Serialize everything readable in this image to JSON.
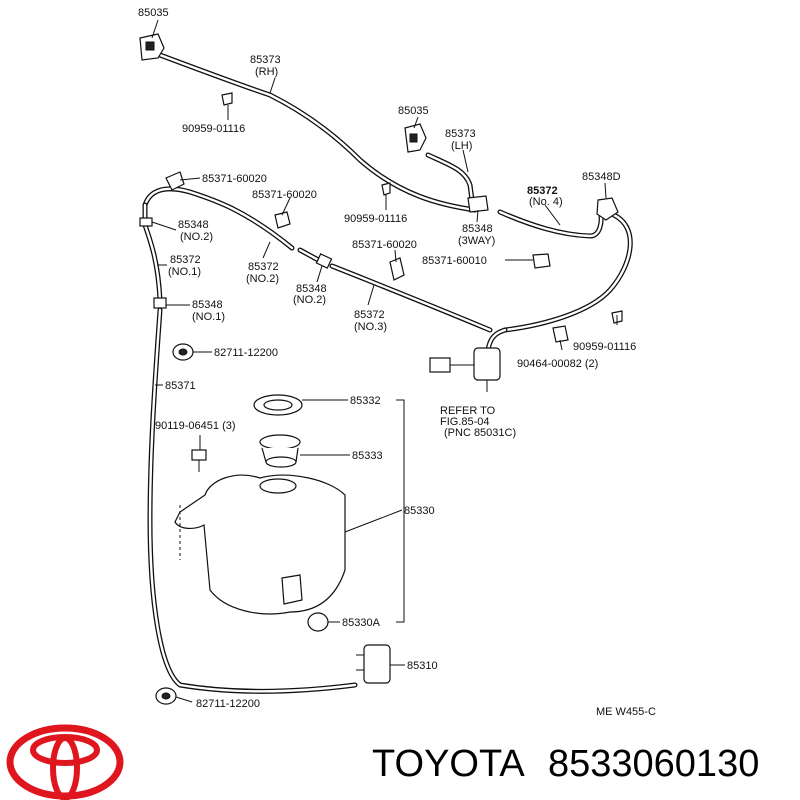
{
  "labels": {
    "l85035_top": "85035",
    "l85373_rh": "85373",
    "l85373_rh_sub": "(RH)",
    "l90959_a": "90959-01116",
    "l85035_mid": "85035",
    "l85373_lh": "85373",
    "l85373_lh_sub": "(LH)",
    "l85372_no4": "85372",
    "l85372_no4_sub": "(No. 4)",
    "l85348d": "85348D",
    "l85371_60020_a": "85371-60020",
    "l85371_60020_b": "85371-60020",
    "l90959_b": "90959-01116",
    "l85348_3way": "85348",
    "l85348_3way_sub": "(3WAY)",
    "l85348_no2_a": "85348",
    "l85348_no2_a_sub": "(NO.2)",
    "l85371_60020_c": "85371-60020",
    "l85372_no1": "85372",
    "l85372_no1_sub": "(NO.1)",
    "l85372_no2": "85372",
    "l85372_no2_sub": "(NO.2)",
    "l85371_60010": "85371-60010",
    "l85348_no2_b": "85348",
    "l85348_no2_b_sub": "(NO.2)",
    "l85348_no1": "85348",
    "l85348_no1_sub": "(NO.1)",
    "l85372_no3": "85372",
    "l85372_no3_sub": "(NO.3)",
    "l90959_c": "90959-01116",
    "l82711_a": "82711-12200",
    "l90464": "90464-00082 (2)",
    "l85371": "85371",
    "refer_1": "REFER TO",
    "refer_2": "FIG.85-04",
    "refer_3": "(PNC 85031C)",
    "l85332": "85332",
    "l90119": "90119-06451 (3)",
    "l85333": "85333",
    "l85330": "85330",
    "l85330a": "85330A",
    "l85310": "85310",
    "l82711_b": "82711-12200",
    "fig_code": "ME  W455-C"
  },
  "brand": {
    "name": "TOYOTA",
    "part_number": "8533060130",
    "logo_color": "#e0161e"
  }
}
